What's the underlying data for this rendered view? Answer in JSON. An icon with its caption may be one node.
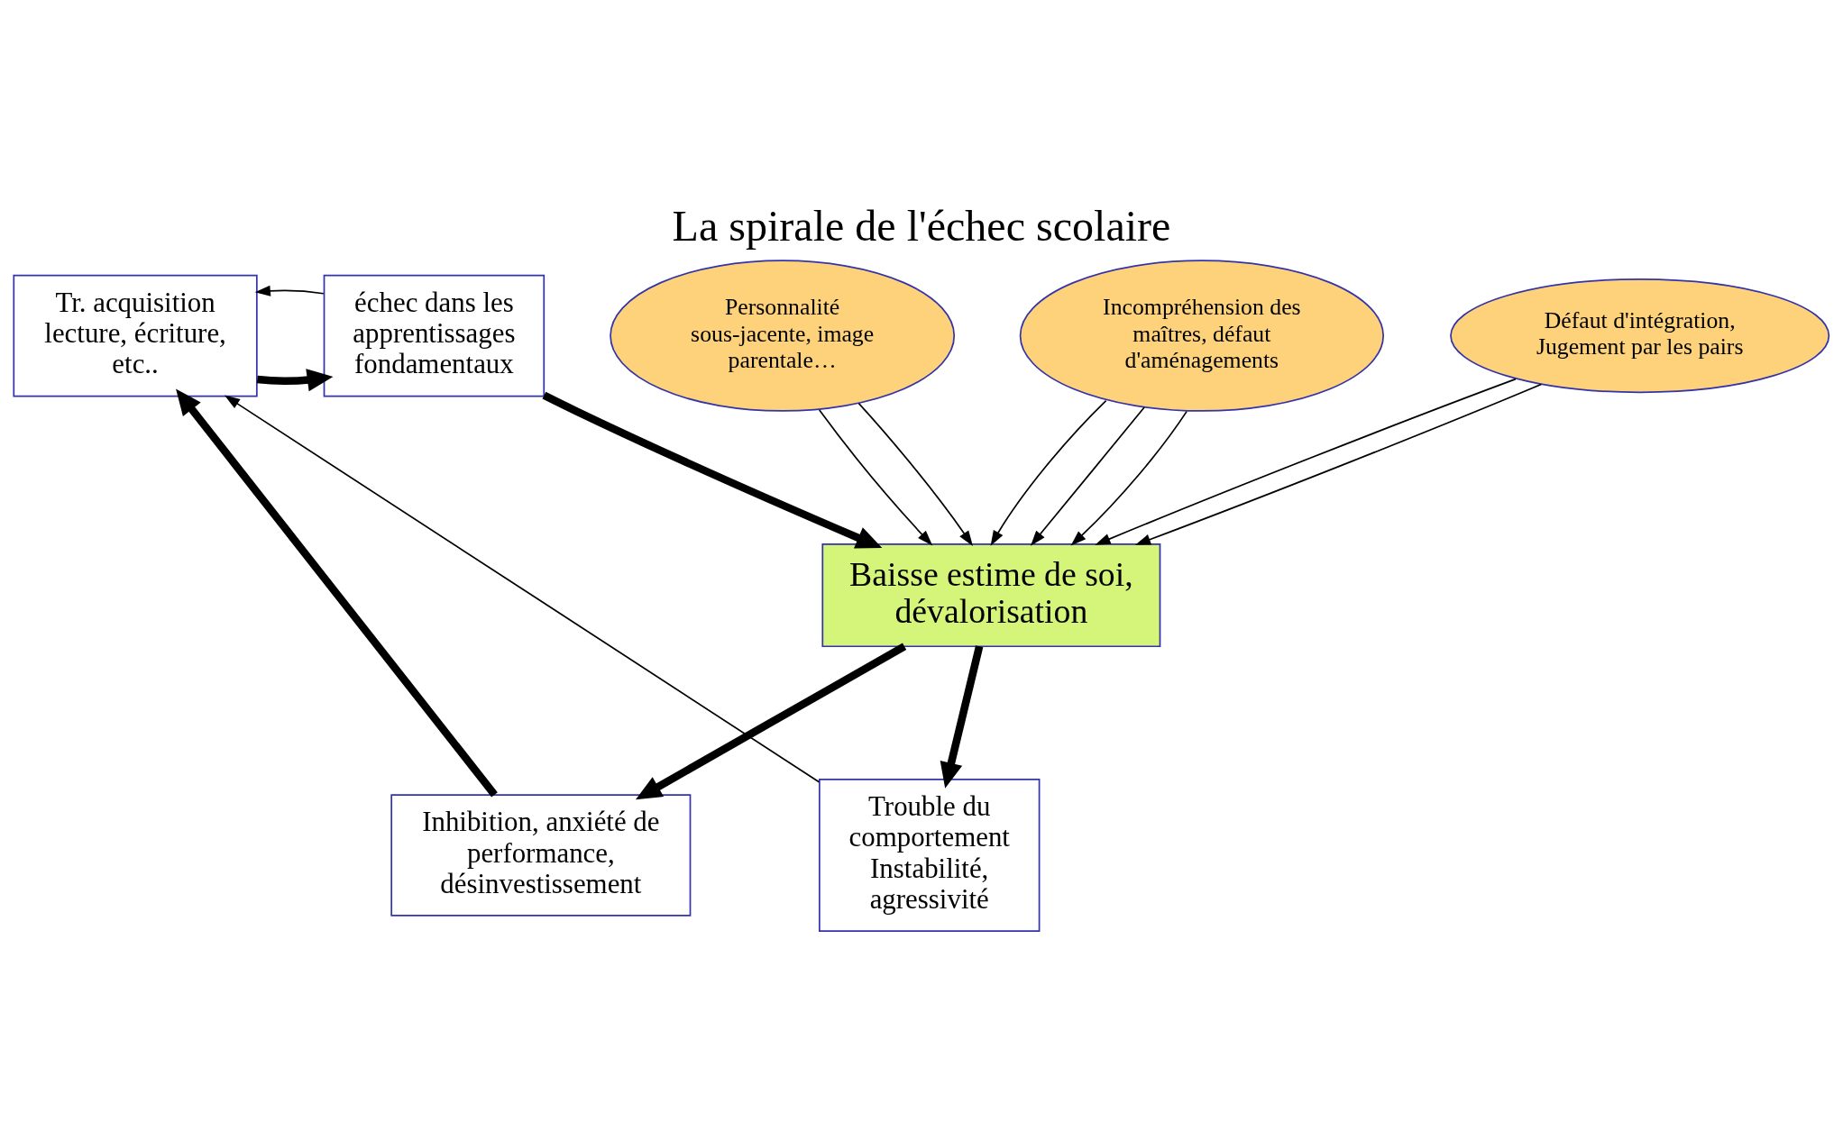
{
  "diagram": {
    "title": "La spirale de l'échec scolaire",
    "nodes": [
      {
        "text": [
          "Tr. acquisition lecture, écriture, etc.."
        ]
      },
      {
        "text": [
          "échec dans les apprentissages fondamentaux"
        ]
      },
      {
        "text": [
          "Trouble du comportement",
          "Instabilité, agressivité"
        ]
      },
      {
        "text": [
          "Inhibition, anxiété de performance, désinvestissement"
        ]
      },
      {
        "text": [
          "Baisse estime de soi, dévalorisation"
        ]
      },
      {
        "text": [
          "Personnalité sous-jacente, image parentale…"
        ]
      },
      {
        "text": [
          "Incompréhension des maîtres, défaut d'aménagements"
        ]
      },
      {
        "text": [
          "Défaut d'intégration, Jugement par les pairs"
        ]
      }
    ],
    "edges": [
      {
        "from": 0,
        "to": 1,
        "arrow": "to",
        "style": "thick"
      },
      {
        "from": 1,
        "to": 0,
        "arrow": "to"
      },
      {
        "from": 1,
        "to": 4,
        "arrow": "to",
        "style": "thick"
      },
      {
        "from": 4,
        "to": 2,
        "arrow": "to",
        "style": "thick"
      },
      {
        "from": 4,
        "to": 3,
        "arrow": "to",
        "style": "thick"
      },
      {
        "from": 3,
        "to": 0,
        "arrow": "to",
        "style": "thick"
      },
      {
        "from": 2,
        "to": 0,
        "arrow": "to"
      },
      {
        "from": 5,
        "to": 4,
        "arrow": "to"
      },
      {
        "from": 5,
        "to": 4,
        "arrow": "to"
      },
      {
        "from": 6,
        "to": 4,
        "arrow": "to"
      },
      {
        "from": 6,
        "to": 4,
        "arrow": "to"
      },
      {
        "from": 6,
        "to": 4,
        "arrow": "to"
      },
      {
        "from": 7,
        "to": 4,
        "arrow": "to"
      },
      {
        "from": 7,
        "to": 4,
        "arrow": "to"
      }
    ]
  }
}
